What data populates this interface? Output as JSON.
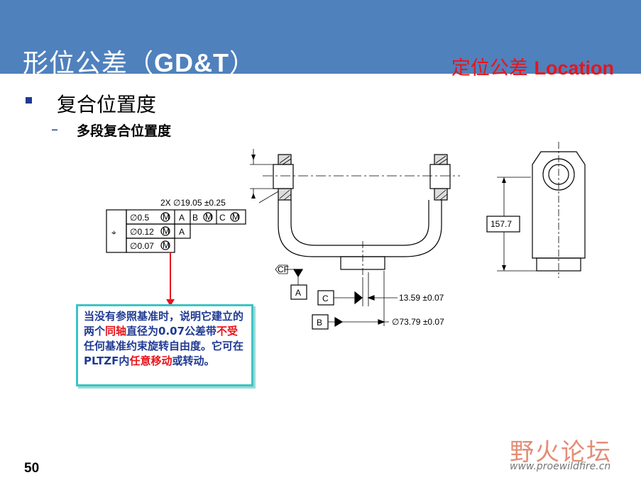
{
  "header": {
    "title_prefix": "形位公差（",
    "title_latin": "GD&T",
    "title_suffix": "）",
    "subtitle_cn": "定位公差 ",
    "subtitle_latin": "Location",
    "background_color": "#4f81bd",
    "subtitle_color": "#e8141b"
  },
  "outline": {
    "level1": "复合位置度",
    "level2_marker": "–",
    "level2": "多段复合位置度"
  },
  "drawing": {
    "hole_callout": "2X ∅19.05 ±0.25",
    "position_symbol": "⌖",
    "frame_rows": [
      {
        "tol": "∅0.5",
        "mod": "M",
        "refs": [
          "A",
          "B",
          "C"
        ]
      },
      {
        "tol": "∅0.12",
        "mod": "M",
        "refs": [
          "A"
        ]
      },
      {
        "tol": "∅0.07",
        "mod": "M",
        "refs": []
      }
    ],
    "ref_modifiers": [
      "M",
      "M"
    ],
    "datum_cf": "CF",
    "datum_a": "A",
    "datum_b": "B",
    "datum_c": "C",
    "dim_c": "13.59 ±0.07",
    "dim_b": "∅73.79 ±0.07",
    "dim_height": "157.7"
  },
  "note": {
    "segments": [
      {
        "text": "当没有参照基准时，说明它建立的两个",
        "color": "blue"
      },
      {
        "text": "同轴",
        "color": "red"
      },
      {
        "text": "直径为0.07公差带",
        "color": "blue"
      },
      {
        "text": "不受",
        "color": "red"
      },
      {
        "text": "任何基准约束旋转自由度。它可在PLTZF内",
        "color": "blue"
      },
      {
        "text": "任意移动",
        "color": "red"
      },
      {
        "text": "或转动。",
        "color": "blue"
      }
    ]
  },
  "footer": {
    "page_number": "50",
    "watermark_cn": "野火论坛",
    "watermark_url": "www.proewildfire.cn"
  }
}
